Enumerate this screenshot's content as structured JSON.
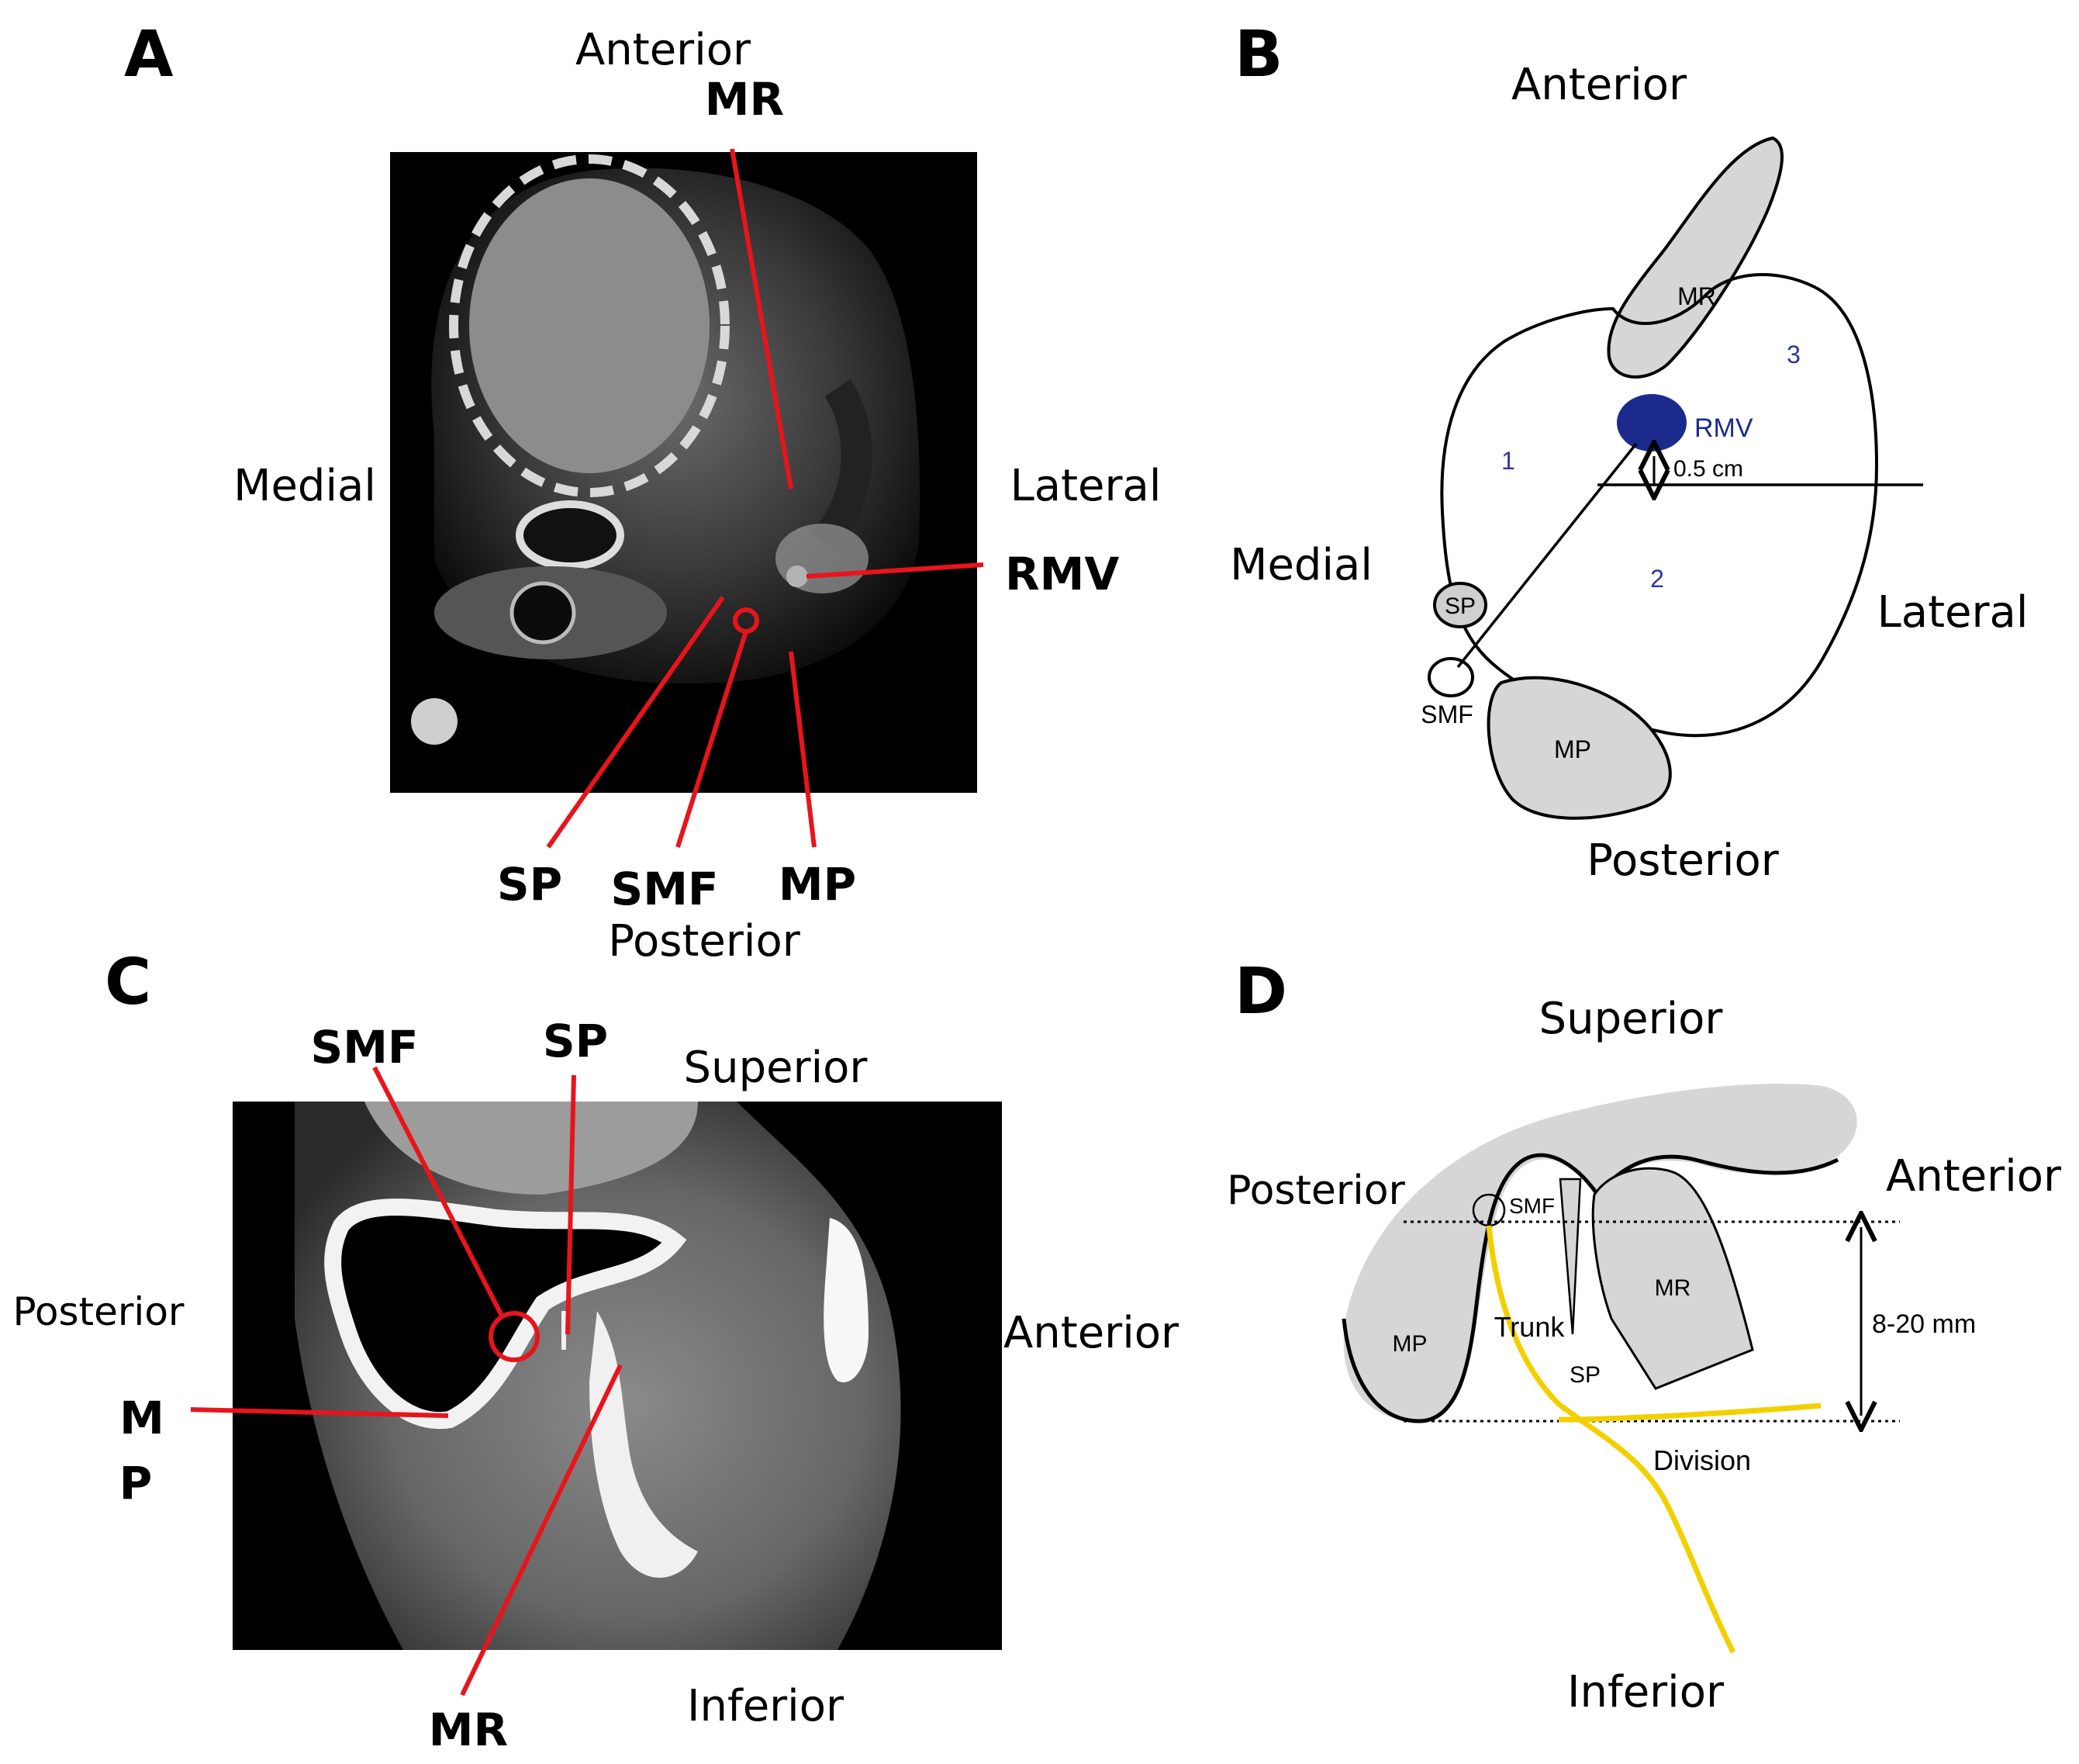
{
  "panels": {
    "a": {
      "letter": "A",
      "dirs": {
        "anterior": "Anterior",
        "medial": "Medial",
        "lateral": "Lateral",
        "posterior": "Posterior"
      },
      "labels": {
        "mr": "MR",
        "rmv": "RMV",
        "sp": "SP",
        "smf": "SMF",
        "mp": "MP"
      }
    },
    "b": {
      "letter": "B",
      "dirs": {
        "anterior": "Anterior",
        "medial": "Medial",
        "lateral": "Lateral",
        "posterior": "Posterior"
      },
      "labels": {
        "mr": "MR",
        "mp": "MP",
        "sp": "SP",
        "smf": "SMF",
        "rmv": "RMV",
        "zone1": "1",
        "zone2": "2",
        "zone3": "3",
        "distance": "0.5 cm"
      }
    },
    "c": {
      "letter": "C",
      "dirs": {
        "superior": "Superior",
        "posterior": "Posterior",
        "anterior": "Anterior",
        "inferior": "Inferior"
      },
      "labels": {
        "smf": "SMF",
        "sp": "SP",
        "mp_line1": "M",
        "mp_line2": "P",
        "mr": "MR"
      }
    },
    "d": {
      "letter": "D",
      "dirs": {
        "superior": "Superior",
        "posterior": "Posterior",
        "anterior": "Anterior",
        "inferior": "Inferior"
      },
      "labels": {
        "smf": "SMF",
        "mp": "MP",
        "mr": "MR",
        "sp": "SP",
        "trunk": "Trunk",
        "division": "Division",
        "range": "8-20 mm"
      }
    }
  },
  "colors": {
    "pointer": "#e8141c",
    "rmv": "#1b2a8c",
    "zone": "#2b35a0",
    "gland": "#d6d6d6",
    "nerve": "#f2d000"
  }
}
